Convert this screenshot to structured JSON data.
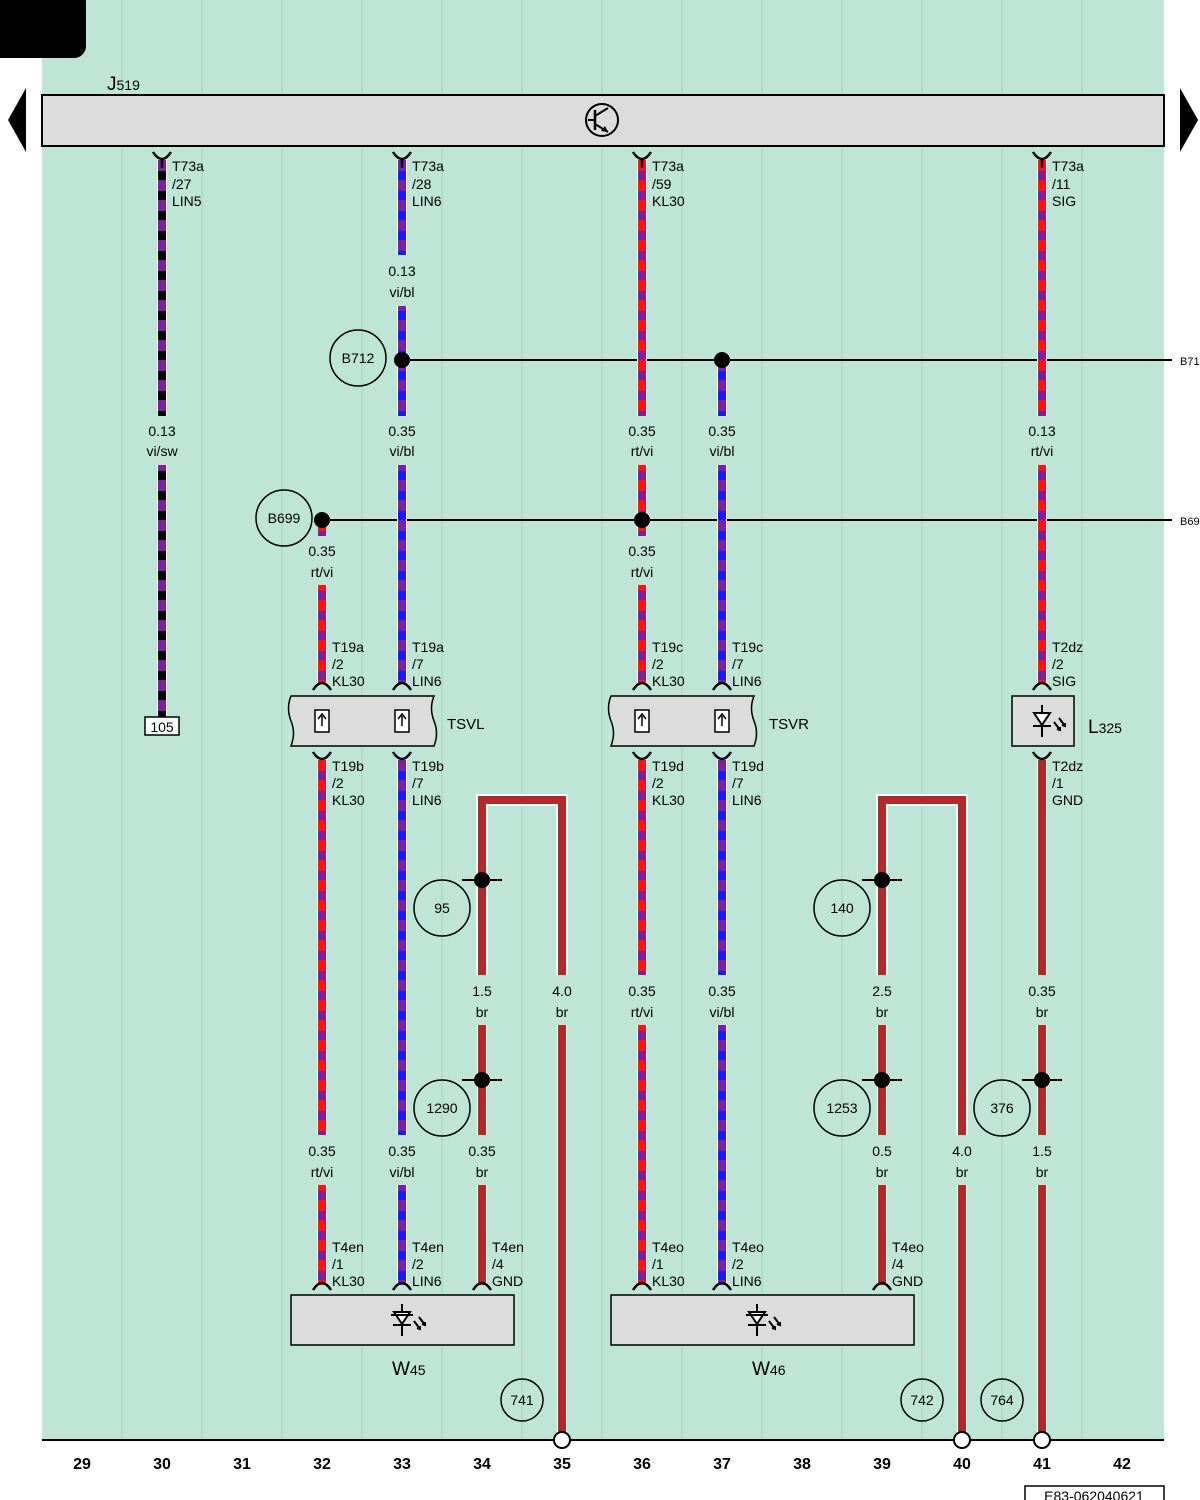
{
  "header": {
    "page_tab": "",
    "control_unit": "J519",
    "control_unit_name": "J",
    "control_unit_sub": "519"
  },
  "nav": {
    "prev": "prev-page",
    "next": "next-page"
  },
  "offpage": {
    "b712": "B712",
    "b699": "B699"
  },
  "connectors_top": [
    {
      "pin": "T73a",
      "no": "/27",
      "sig": "LIN5"
    },
    {
      "pin": "T73a",
      "no": "/28",
      "sig": "LIN6"
    },
    {
      "pin": "T73a",
      "no": "/59",
      "sig": "KL30"
    },
    {
      "pin": "T73a",
      "no": "/11",
      "sig": "SIG"
    }
  ],
  "wire_specs": {
    "w30": {
      "size": "0.13",
      "color": "vi/sw"
    },
    "w33a": {
      "size": "0.13",
      "color": "vi/bl"
    },
    "w33b": {
      "size": "0.35",
      "color": "vi/bl"
    },
    "w36a": {
      "size": "0.35",
      "color": "rt/vi"
    },
    "w37a": {
      "size": "0.35",
      "color": "vi/bl"
    },
    "w41a": {
      "size": "0.13",
      "color": "rt/vi"
    },
    "w32a": {
      "size": "0.35",
      "color": "rt/vi"
    },
    "w36b": {
      "size": "0.35",
      "color": "rt/vi"
    },
    "w34a": {
      "size": "1.5",
      "color": "br"
    },
    "w35": {
      "size": "4.0",
      "color": "br"
    },
    "w36c": {
      "size": "0.35",
      "color": "rt/vi"
    },
    "w37b": {
      "size": "0.35",
      "color": "vi/bl"
    },
    "w39a": {
      "size": "2.5",
      "color": "br"
    },
    "w41b": {
      "size": "0.35",
      "color": "br"
    },
    "w32b": {
      "size": "0.35",
      "color": "rt/vi"
    },
    "w33c": {
      "size": "0.35",
      "color": "vi/bl"
    },
    "w34b": {
      "size": "0.35",
      "color": "br"
    },
    "w39b": {
      "size": "0.5",
      "color": "br"
    },
    "w40": {
      "size": "4.0",
      "color": "br"
    },
    "w41c": {
      "size": "1.5",
      "color": "br"
    }
  },
  "ref_105": "105",
  "ground_points": {
    "g95": "95",
    "g1290": "1290",
    "g140": "140",
    "g1253": "1253",
    "g376": "376",
    "g741": "741",
    "g742": "742",
    "g764": "764"
  },
  "tsvl": {
    "name": "TSVL",
    "top": [
      {
        "pin": "T19a",
        "no": "/2",
        "sig": "KL30"
      },
      {
        "pin": "T19a",
        "no": "/7",
        "sig": "LIN6"
      }
    ],
    "bottom": [
      {
        "pin": "T19b",
        "no": "/2",
        "sig": "KL30"
      },
      {
        "pin": "T19b",
        "no": "/7",
        "sig": "LIN6"
      }
    ]
  },
  "tsvr": {
    "name": "TSVR",
    "top": [
      {
        "pin": "T19c",
        "no": "/2",
        "sig": "KL30"
      },
      {
        "pin": "T19c",
        "no": "/7",
        "sig": "LIN6"
      }
    ],
    "bottom": [
      {
        "pin": "T19d",
        "no": "/2",
        "sig": "KL30"
      },
      {
        "pin": "T19d",
        "no": "/7",
        "sig": "LIN6"
      }
    ]
  },
  "l325": {
    "name": "L",
    "sub": "325",
    "top": {
      "pin": "T2dz",
      "no": "/2",
      "sig": "SIG"
    },
    "bottom": {
      "pin": "T2dz",
      "no": "/1",
      "sig": "GND"
    }
  },
  "w45": {
    "name": "W",
    "sub": "45",
    "pins": [
      {
        "pin": "T4en",
        "no": "/1",
        "sig": "KL30"
      },
      {
        "pin": "T4en",
        "no": "/2",
        "sig": "LIN6"
      },
      {
        "pin": "T4en",
        "no": "/4",
        "sig": "GND"
      }
    ]
  },
  "w46": {
    "name": "W",
    "sub": "46",
    "pins": [
      {
        "pin": "T4eo",
        "no": "/1",
        "sig": "KL30"
      },
      {
        "pin": "T4eo",
        "no": "/2",
        "sig": "LIN6"
      },
      {
        "pin": "T4eo",
        "no": "/4",
        "sig": "GND"
      }
    ]
  },
  "columns": [
    "29",
    "30",
    "31",
    "32",
    "33",
    "34",
    "35",
    "36",
    "37",
    "38",
    "39",
    "40",
    "41",
    "42"
  ],
  "footer_code": "E83-062040621",
  "colors": {
    "background": "#bfe5d6",
    "bar": "#dcdcdc",
    "violet": "#7d1f9e",
    "black": "#000000",
    "blue": "#1a1aff",
    "red": "#ff1111",
    "brown": "#b12a2a"
  },
  "icons": {
    "transistor": "transistor-icon",
    "led": "led-diode-icon"
  }
}
